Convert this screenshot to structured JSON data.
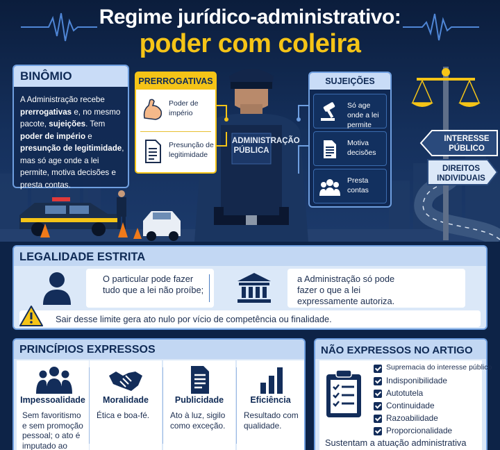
{
  "header": {
    "title_line1": "Regime jurídico-administrativo:",
    "title_line2": "poder com coleira"
  },
  "binomio": {
    "title": "BINÔMIO",
    "text_parts": [
      "A Administração recebe ",
      "prerrogativas",
      " e, no mesmo pacote, ",
      "sujeições",
      ". Tem ",
      "poder de império",
      " e ",
      "presunção de legitimidade",
      ", mas só age onde a lei permite, motiva decisões e presta contas."
    ]
  },
  "prerrogativas": {
    "title": "PRERROGATIVAS",
    "items": [
      {
        "label": "Poder de império",
        "icon": "strong-arm-icon"
      },
      {
        "label": "Presunção de legitimidade",
        "icon": "document-icon"
      }
    ]
  },
  "officer": {
    "vest_label": "ADMINISTRAÇÃO PÚBLICA"
  },
  "sujeicoes": {
    "title": "SUJEIÇÕES",
    "items": [
      {
        "label": "Só age onde a lei permite",
        "icon": "gavel-icon"
      },
      {
        "label": "Motiva decisões",
        "icon": "document-icon"
      },
      {
        "label": "Presta contas",
        "icon": "people-icon"
      }
    ]
  },
  "signs": {
    "sign1": "INTERESSE PÚBLICO",
    "sign2": "DIREITOS INDIVIDUAIS"
  },
  "legalidade": {
    "title": "LEGALIDADE ESTRITA",
    "particular": "O particular pode fazer tudo que a lei não proíbe;",
    "administracao": "a Administração só pode fazer o que a lei expressamente autoriza.",
    "alert": "Sair desse limite gera ato nulo por vício de competência ou finalidade."
  },
  "principios": {
    "title": "PRINCÍPIOS EXPRESSOS",
    "items": [
      {
        "name": "Impessoalidade",
        "desc": "Sem favoritismo e sem promoção pessoal; o ato é imputado ao órgão.",
        "icon": "group-icon"
      },
      {
        "name": "Moralidade",
        "desc": "Ética e boa-fé.",
        "icon": "handshake-icon"
      },
      {
        "name": "Publicidade",
        "desc": "Ato à luz, sigilo como exceção.",
        "icon": "document-icon"
      },
      {
        "name": "Eficiência",
        "desc": "Resultado com qualidade.",
        "icon": "bar-chart-icon"
      }
    ]
  },
  "nao_expressos": {
    "title": "NÃO EXPRESSOS NO ARTIGO",
    "items": [
      "Supremacia do interesse público",
      "Indisponibilidade",
      "Autotutela",
      "Continuidade",
      "Razoabilidade",
      "Proporcionalidade"
    ],
    "footer": "Sustentam a atuação administrativa"
  },
  "colors": {
    "navy": "#0d2347",
    "accent_yellow": "#f5c417",
    "light_blue": "#dbe8f8",
    "border_blue": "#6f9fe0"
  }
}
